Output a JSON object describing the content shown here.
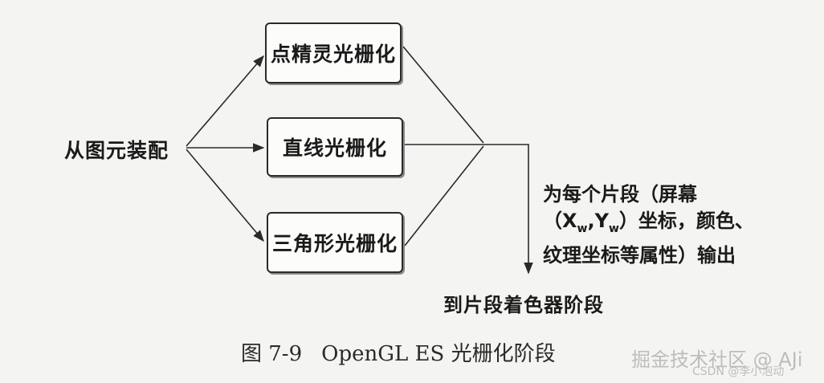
{
  "diagram": {
    "source_label": "从图元装配",
    "nodes": [
      "点精灵光栅化",
      "直线光栅化",
      "三角形光栅化"
    ],
    "note_lines": {
      "line1": "为每个片段（屏幕",
      "line2_prefix": "（X",
      "line2_sub1": "w",
      "line2_mid": ",Y",
      "line2_sub2": "w",
      "line2_suffix": "）坐标，颜色、",
      "line3": "纹理坐标等属性）输出"
    },
    "target_label": "到片段着色器阶段"
  },
  "caption": {
    "figure_number": "图 7-9",
    "title": "OpenGL ES 光栅化阶段"
  },
  "watermark": {
    "main": "掘金技术社区 @ AJi",
    "sub": "CSDN @李小泡动"
  }
}
